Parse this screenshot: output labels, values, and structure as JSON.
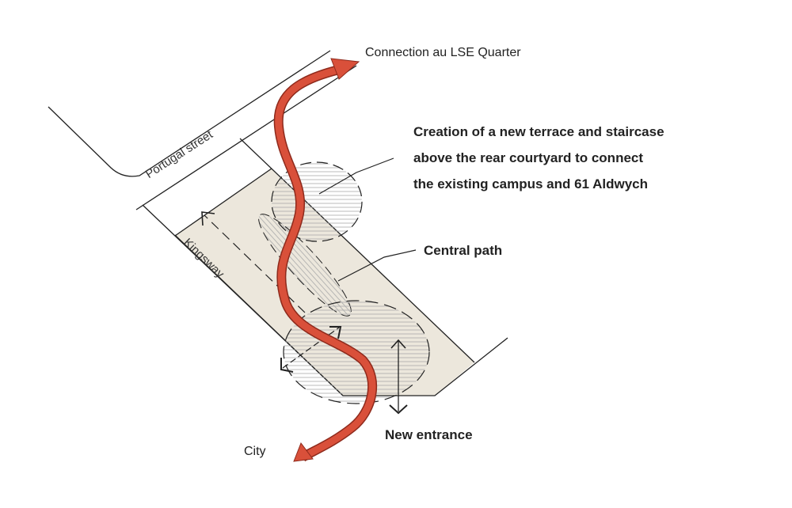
{
  "labels": {
    "lse": "Connection au LSE Quarter",
    "terrace": [
      "Creation of a new terrace and staircase",
      "above the rear courtyard to connect",
      "the existing campus and 61 Aldwych"
    ],
    "central_path": "Central path",
    "new_entrance": "New entrance",
    "city": "City",
    "portugal_street": "Portugal street",
    "kingsway": "Kingsway"
  },
  "colors": {
    "ribbon": "#d9503a",
    "ribbon_dark": "#8e2a1c",
    "site": "#ece7dc",
    "line": "#222222"
  }
}
